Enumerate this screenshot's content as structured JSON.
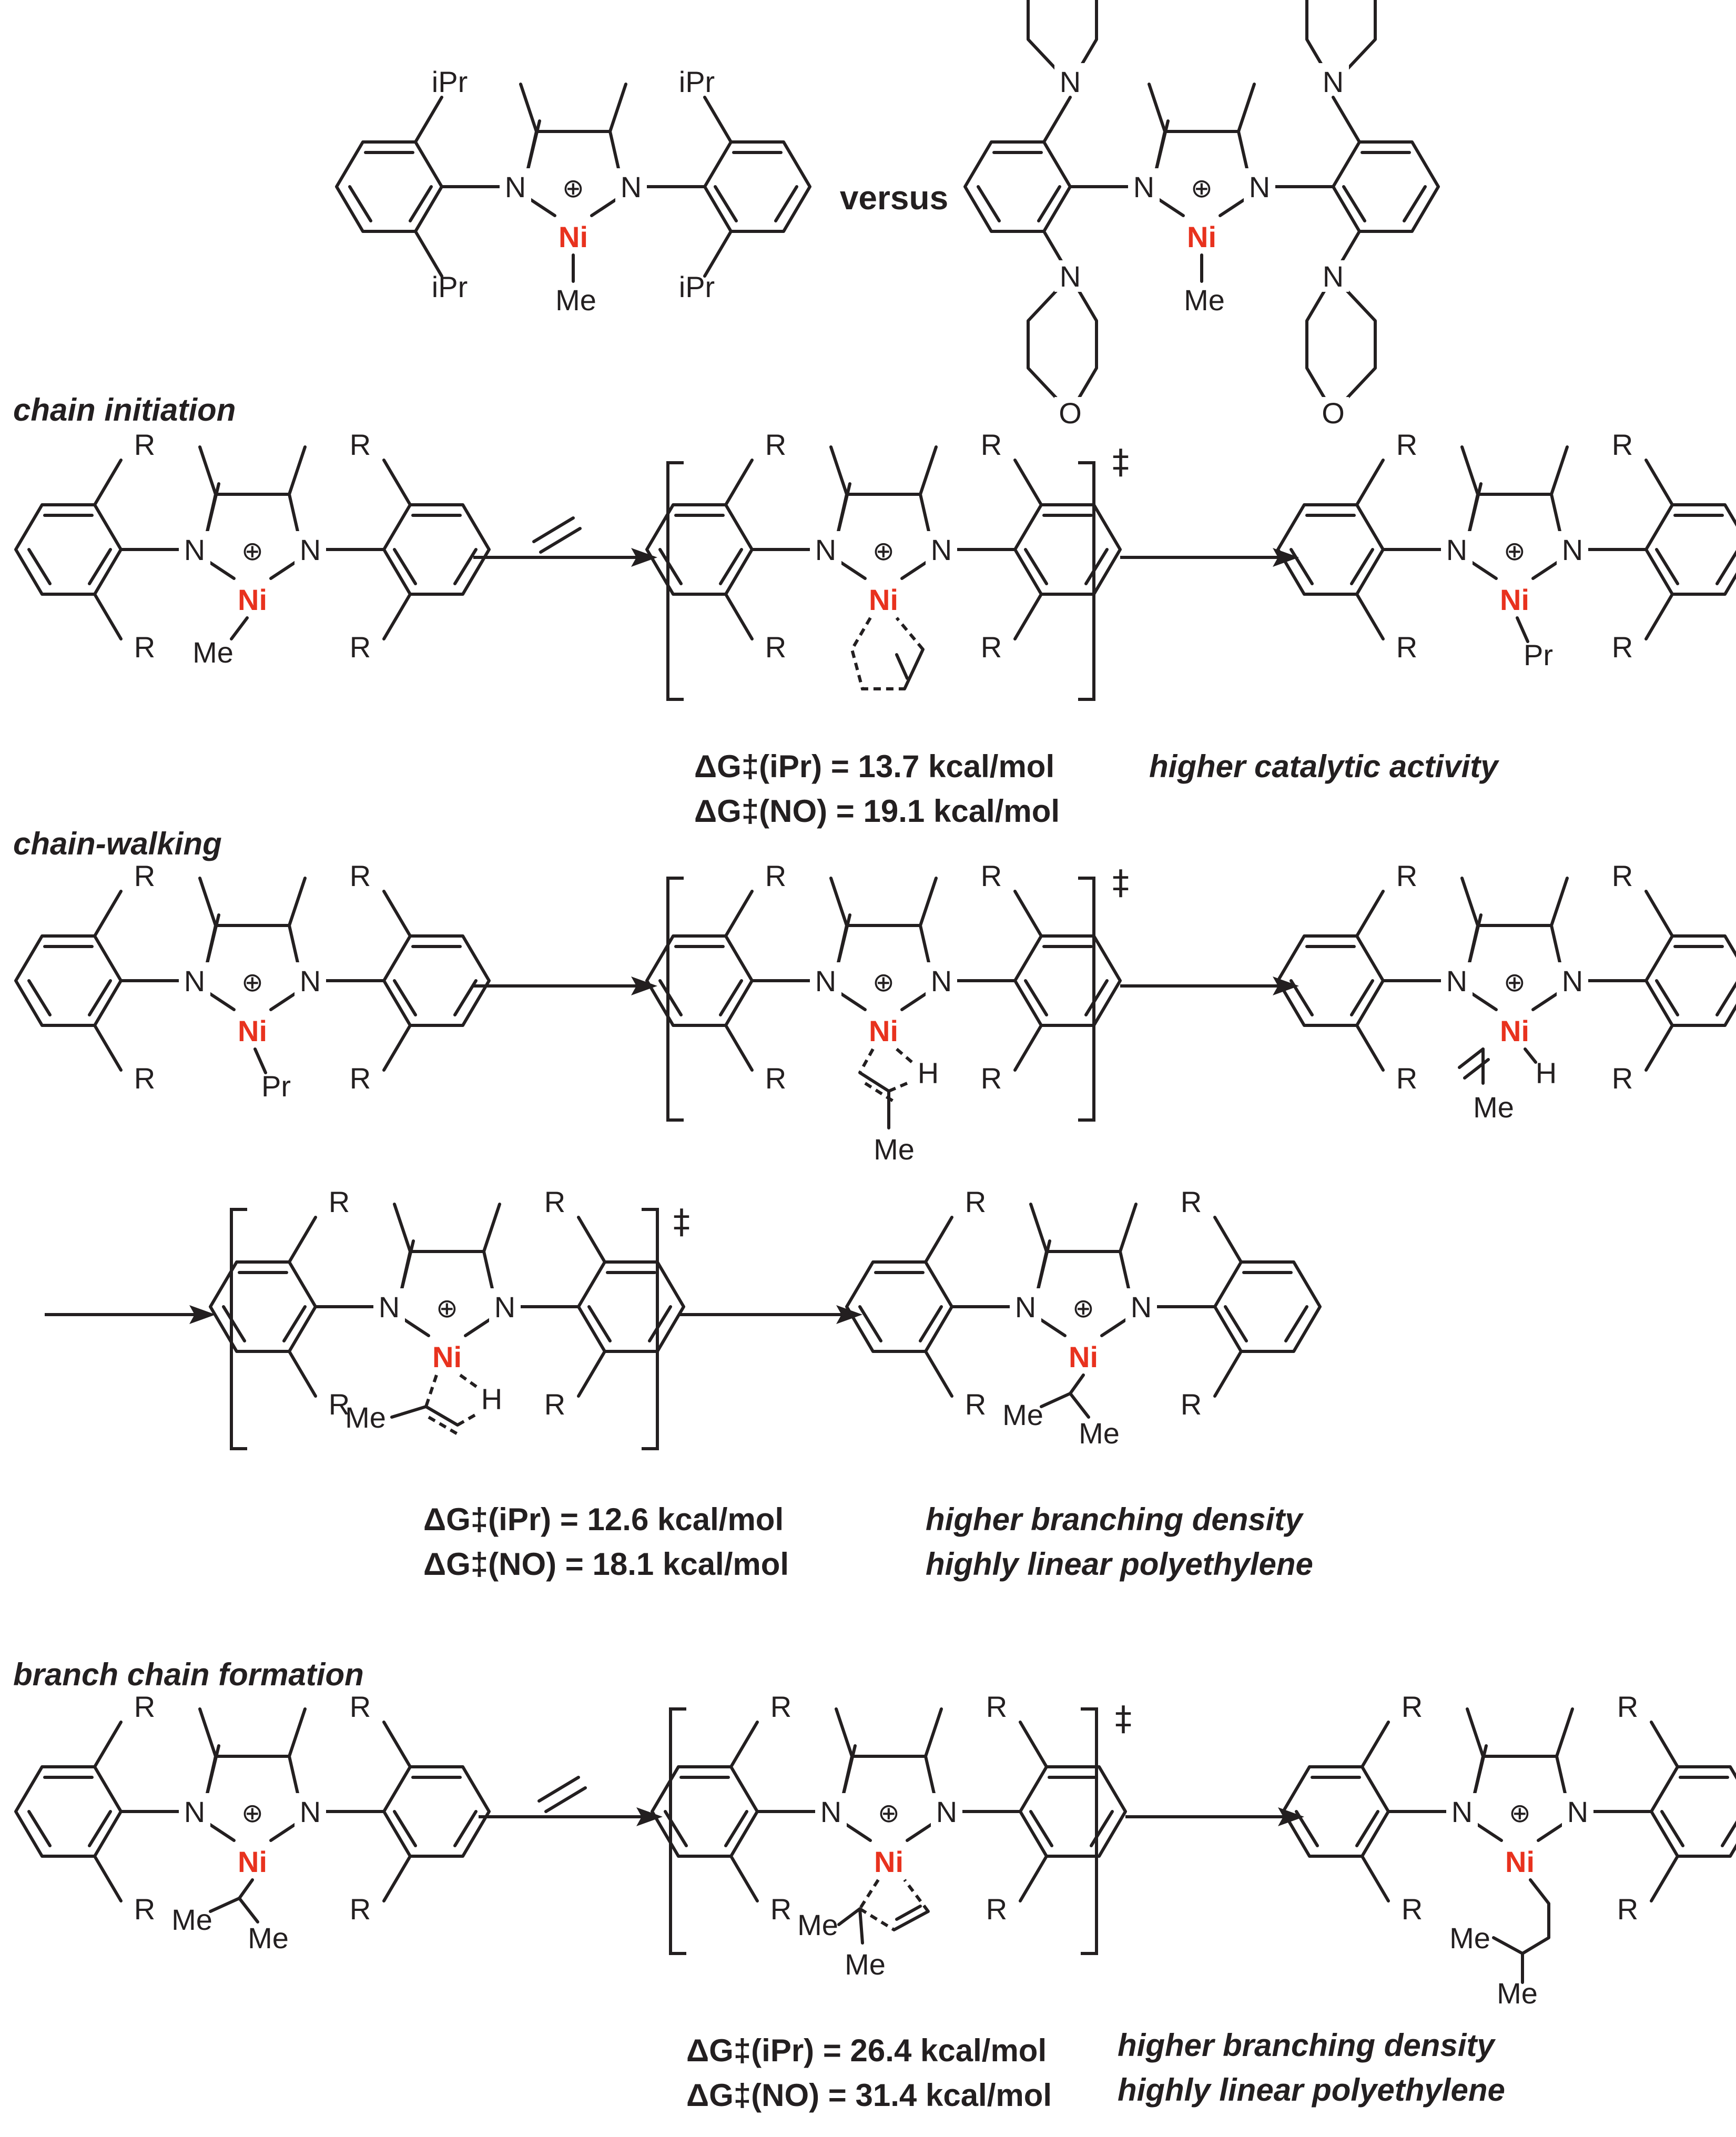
{
  "top": {
    "versus": "versus",
    "left_complex": {
      "sub1": "iPr",
      "sub2": "iPr",
      "sub3": "iPr",
      "sub4": "iPr",
      "metal": "Ni",
      "ligand": "Me"
    },
    "right_complex": {
      "sub": "N",
      "oxygen": "O",
      "metal": "Ni",
      "ligand": "Me"
    }
  },
  "atoms": {
    "R": "R",
    "N": "N",
    "Ni": "Ni",
    "Me": "Me",
    "Pr": "Pr",
    "H": "H",
    "plus": "⊕",
    "ddagger": "‡"
  },
  "sections": {
    "initiation": {
      "title": "chain initiation",
      "dg_ipr": "ΔG‡(iPr) = 13.7 kcal/mol",
      "dg_no": "ΔG‡(NO) = 19.1 kcal/mol",
      "note1": "higher catalytic activity"
    },
    "walking": {
      "title": "chain-walking",
      "dg_ipr": "ΔG‡(iPr) = 12.6 kcal/mol",
      "dg_no": "ΔG‡(NO) = 18.1 kcal/mol",
      "note1": "higher branching density",
      "note2": "highly linear polyethylene"
    },
    "branch": {
      "title": "branch chain formation",
      "dg_ipr": "ΔG‡(iPr) = 26.4 kcal/mol",
      "dg_no": "ΔG‡(NO) = 31.4 kcal/mol",
      "note1": "higher branching density",
      "note2": "highly linear polyethylene"
    }
  }
}
